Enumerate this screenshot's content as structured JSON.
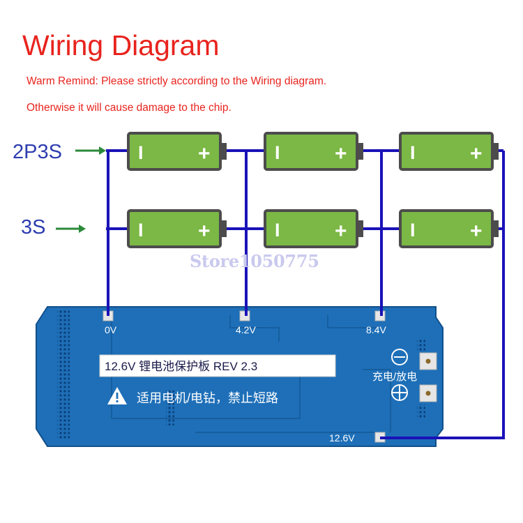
{
  "title": "Wiring Diagram",
  "notes": {
    "line1": "Warm Remind: Please strictly according to the Wiring diagram.",
    "line2": "Otherwise it will cause damage to the chip."
  },
  "rows": {
    "two_p_three_s": "2P3S",
    "three_s": "3S"
  },
  "battery": {
    "negative_symbol": "I",
    "positive_symbol": "+",
    "fill_color": "#7bb845",
    "border_color": "#4c4c4c"
  },
  "watermark": "Store1050775",
  "board": {
    "color": "#1e6fb8",
    "wire_color": "#1a12b8",
    "pad_labels": {
      "v0": "0V",
      "v42": "4.2V",
      "v84": "8.4V",
      "v126": "12.6V"
    },
    "label_line1": "12.6V 锂电池保护板 REV 2.3",
    "warning_text": "适用电机/电钻，禁止短路",
    "charge_discharge": "充电/放电",
    "warning_icon": "warning-triangle-icon",
    "minus_icon": "minus-circle-icon",
    "plus_icon": "plus-circle-icon"
  }
}
